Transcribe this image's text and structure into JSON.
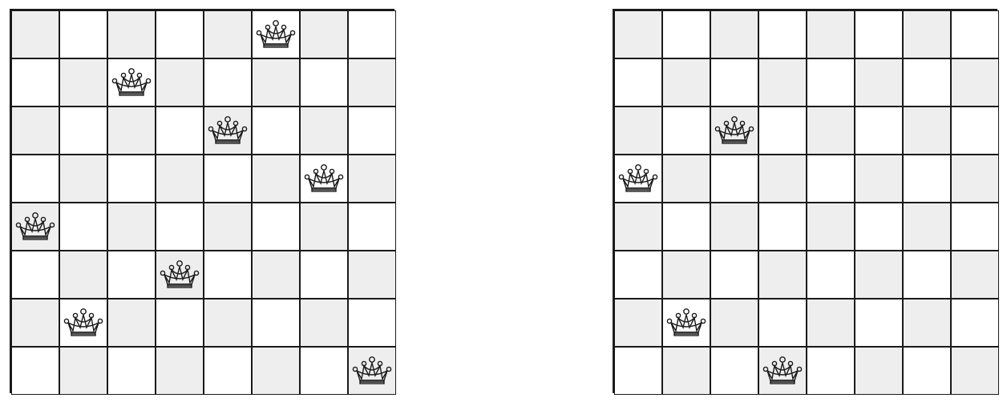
{
  "colors": {
    "light": "#ffffff",
    "dark": "#eeeeee",
    "line": "#1a1a1a",
    "piece": "#1a1a1a"
  },
  "piece_icon": "queen-crown-icon",
  "boards": [
    {
      "name": "board-left",
      "size": 8,
      "queens": [
        {
          "row": 0,
          "col": 5
        },
        {
          "row": 1,
          "col": 2
        },
        {
          "row": 2,
          "col": 4
        },
        {
          "row": 3,
          "col": 6
        },
        {
          "row": 4,
          "col": 0
        },
        {
          "row": 5,
          "col": 3
        },
        {
          "row": 6,
          "col": 1
        },
        {
          "row": 7,
          "col": 7
        }
      ]
    },
    {
      "name": "board-right",
      "size": 8,
      "queens": [
        {
          "row": 2,
          "col": 2
        },
        {
          "row": 3,
          "col": 0
        },
        {
          "row": 6,
          "col": 1
        },
        {
          "row": 7,
          "col": 3
        }
      ]
    }
  ]
}
